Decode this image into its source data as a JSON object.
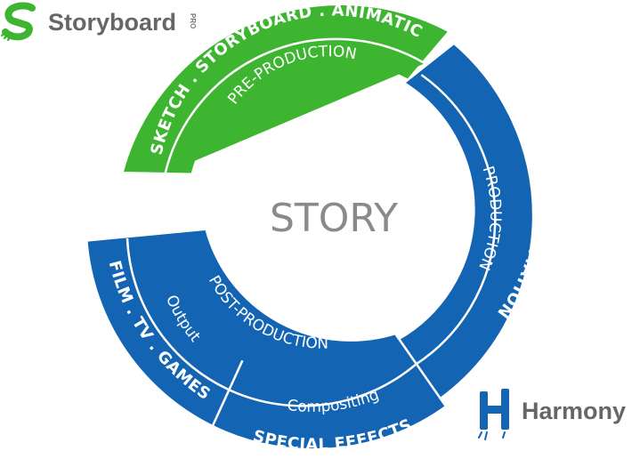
{
  "center": {
    "label": "STORY"
  },
  "segments": {
    "pre_production": {
      "outer_label": "SKETCH . STORYBOARD . ANIMATIC",
      "inner_label": "PRE-PRODUCTION",
      "color": "#3db530"
    },
    "production": {
      "outer_label": "DRAWING . ANIMATION",
      "inner_label": "PRODUCTION",
      "color": "#1464b4"
    },
    "post_production": {
      "label": "POST-PRODUCTION",
      "output_label": "Output",
      "compositing_label": "Compositing",
      "outer_left_label": "FILM . TV . GAMES",
      "outer_bottom_label": "SPECIAL EFFECTS",
      "color": "#1464b4"
    }
  },
  "logos": {
    "storyboard": {
      "name": "Storyboard",
      "suffix": "PRO",
      "color": "#3db530"
    },
    "harmony": {
      "name": "Harmony",
      "color": "#1464b4"
    }
  }
}
